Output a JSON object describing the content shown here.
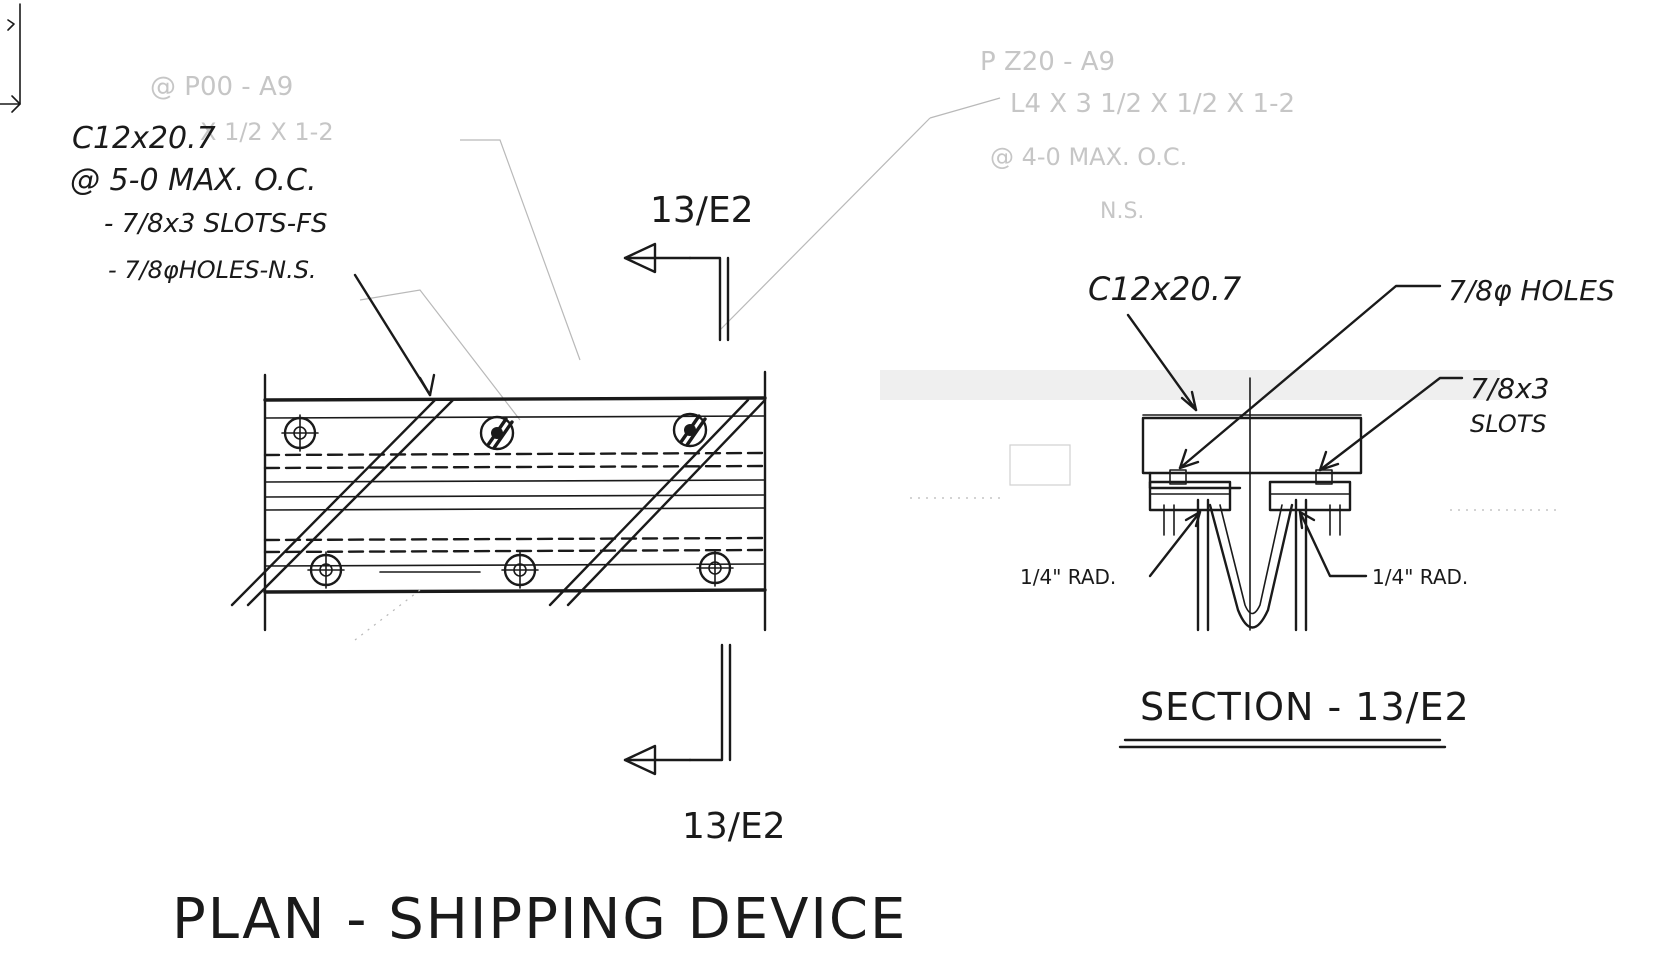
{
  "plan": {
    "title": "PLAN - SHIPPING DEVICE",
    "section_mark_top": "13/E2",
    "section_mark_bottom": "13/E2",
    "note_member": "C12x20.7",
    "note_spacing": "@ 5-0 MAX. O.C.",
    "note_slots": "- 7/8x3 SLOTS-FS",
    "note_holes": "- 7/8φHOLES-N.S."
  },
  "section": {
    "title": "SECTION - 13/E2",
    "label_member": "C12x20.7",
    "label_holes": "7/8φ HOLES",
    "label_slots_1": "7/8x3",
    "label_slots_2": "SLOTS",
    "label_rad_left": "1/4\" RAD.",
    "label_rad_right": "1/4\" RAD."
  },
  "faded_notes": {
    "left_1": "@ P00 - A9",
    "left_2": "X 1/2 X 1-2",
    "right_1": "P Z20 - A9",
    "right_2": "L4 X 3 1/2 X 1/2 X 1-2",
    "right_3": "@ 4-0 MAX. O.C.",
    "right_4": "N.S."
  }
}
